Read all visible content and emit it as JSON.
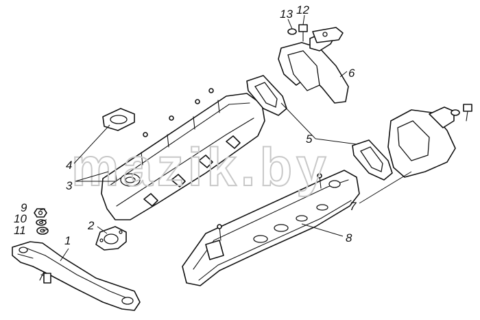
{
  "watermark": "mazik.by",
  "callouts": [
    {
      "id": "1",
      "label": "1"
    },
    {
      "id": "2",
      "label": "2"
    },
    {
      "id": "3",
      "label": "3"
    },
    {
      "id": "4",
      "label": "4"
    },
    {
      "id": "5",
      "label": "5"
    },
    {
      "id": "6",
      "label": "6"
    },
    {
      "id": "7",
      "label": "7"
    },
    {
      "id": "8",
      "label": "8"
    },
    {
      "id": "9",
      "label": "9"
    },
    {
      "id": "10",
      "label": "10"
    },
    {
      "id": "11",
      "label": "11"
    },
    {
      "id": "12",
      "label": "12"
    },
    {
      "id": "13",
      "label": "13"
    }
  ],
  "colors": {
    "ink": "#111111",
    "watermark": "#c8c8c8",
    "background": "#ffffff"
  }
}
